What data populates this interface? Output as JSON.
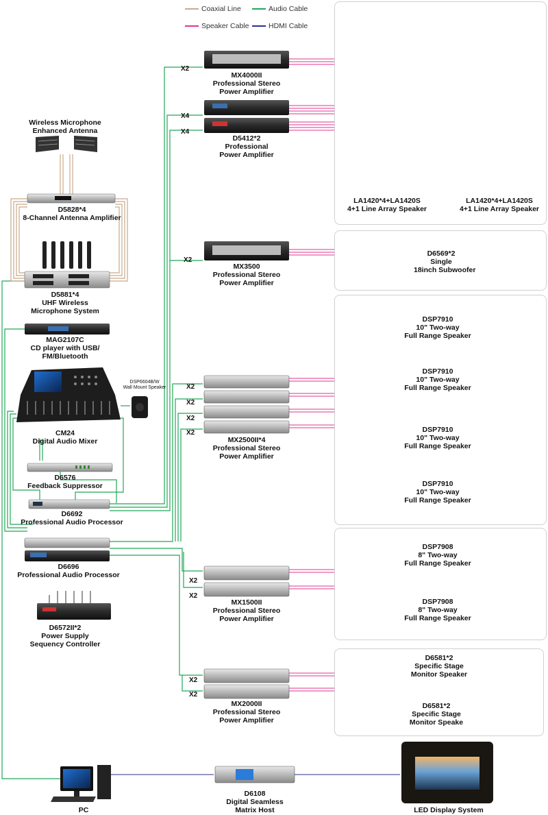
{
  "colors": {
    "coaxial": "#c9a98a",
    "audio": "#1fa858",
    "speaker": "#e0338f",
    "hdmi": "#2a2f8f"
  },
  "legend": {
    "coaxial": "Coaxial Line",
    "audio": "Audio Cable",
    "speaker": "Speaker Cable",
    "hdmi": "HDMI Cable"
  },
  "sources": {
    "antenna": [
      "Wireless Microphone",
      "Enhanced Antenna"
    ],
    "d5828": [
      "D5828*4",
      "8-Channel Antenna Amplifier"
    ],
    "d5881": [
      "D5881*4",
      "UHF Wireless",
      "Microphone System"
    ],
    "mag2107c": [
      "MAG2107C",
      "CD player with USB/",
      "FM/Bluetooth"
    ],
    "cm24": [
      "CM24",
      "Digital Audio Mixer"
    ],
    "dsp6604": [
      "DSP6604B/W",
      "Wall Mount Speaker"
    ],
    "d6576": [
      "D6576",
      "Feedback Suppressor"
    ],
    "d6692": [
      "D6692",
      "Professional Audio Processor"
    ],
    "d6696": [
      "D6696",
      "Professional Audio Processor"
    ],
    "d6572": [
      "D6572II*2",
      "Power Supply",
      "Sequency Controller"
    ]
  },
  "amplifiers": {
    "mx4000": [
      "MX4000II",
      "Professional Stereo",
      "Power Amplifier"
    ],
    "d5412": [
      "D5412*2",
      "Professional",
      "Power Amplifier"
    ],
    "mx3500": [
      "MX3500",
      "Professional Stereo",
      "Power Amplifier"
    ],
    "mx2500": [
      "MX2500II*4",
      "Professional Stereo",
      "Power Amplifier"
    ],
    "mx1500": [
      "MX1500II",
      "Professional Stereo",
      "Power Amplifier"
    ],
    "mx2000": [
      "MX2000II",
      "Professional Stereo",
      "Power Amplifier"
    ]
  },
  "multipliers": {
    "mx4000": "X2",
    "d5412_a": "X4",
    "d5412_b": "X4",
    "mx3500": "X2",
    "mx2500_a": "X2",
    "mx2500_b": "X2",
    "mx2500_c": "X2",
    "mx2500_d": "X2",
    "mx1500_a": "X2",
    "mx1500_b": "X2",
    "mx2000_a": "X2",
    "mx2000_b": "X2"
  },
  "speakers": {
    "la_left": [
      "LA1420*4+LA1420S",
      "4+1 Line Array Speaker"
    ],
    "la_right": [
      "LA1420*4+LA1420S",
      "4+1 Line Array Speaker"
    ],
    "d6569": [
      "D6569*2",
      "Single",
      "18inch Subwoofer"
    ],
    "dsp7910_1": [
      "DSP7910",
      "10\" Two-way",
      "Full Range Speaker"
    ],
    "dsp7910_2": [
      "DSP7910",
      "10\" Two-way",
      "Full Range Speaker"
    ],
    "dsp7910_3": [
      "DSP7910",
      "10\" Two-way",
      "Full Range Speaker"
    ],
    "dsp7910_4": [
      "DSP7910",
      "10\" Two-way",
      "Full Range Speaker"
    ],
    "dsp7908_1": [
      "DSP7908",
      "8\" Two-way",
      "Full Range Speaker"
    ],
    "dsp7908_2": [
      "DSP7908",
      "8\" Two-way",
      "Full Range Speaker"
    ],
    "d6581_1": [
      "D6581*2",
      "Specific Stage",
      "Monitor Speaker"
    ],
    "d6581_2": [
      "D6581*2",
      "Specific Stage",
      "Monitor Speake"
    ]
  },
  "video": {
    "pc": "PC",
    "d6108": [
      "D6108",
      "Digital Seamless",
      "Matrix Host"
    ],
    "led": "LED Display System"
  }
}
